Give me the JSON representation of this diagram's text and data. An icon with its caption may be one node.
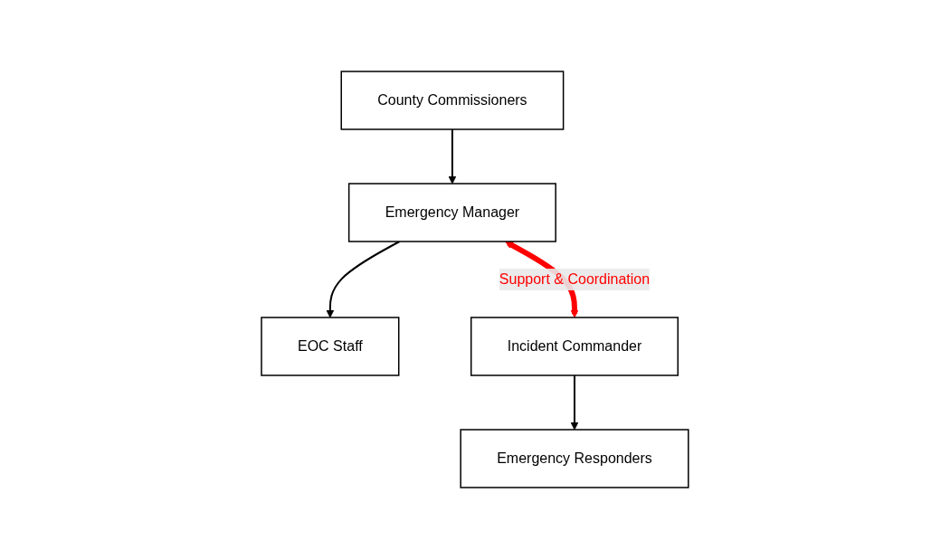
{
  "diagram": {
    "nodes": [
      {
        "text": [
          "County Commissioners"
        ]
      },
      {
        "text": [
          "Emergency Manager"
        ]
      },
      {
        "text": [
          "EOC Staff"
        ]
      },
      {
        "text": [
          "Incident Commander"
        ]
      },
      {
        "text": [
          "Emergency Responders"
        ]
      }
    ],
    "edges": [
      {
        "from": 0,
        "to": 1,
        "arrow": "to"
      },
      {
        "from": 1,
        "to": 2,
        "arrow": "to"
      },
      {
        "from": 3,
        "to": 4,
        "arrow": "to"
      },
      {
        "from": 1,
        "to": 3,
        "arrow": "both",
        "label": "Support & Coordination",
        "style": "thick",
        "color": "#ff0000"
      }
    ]
  }
}
